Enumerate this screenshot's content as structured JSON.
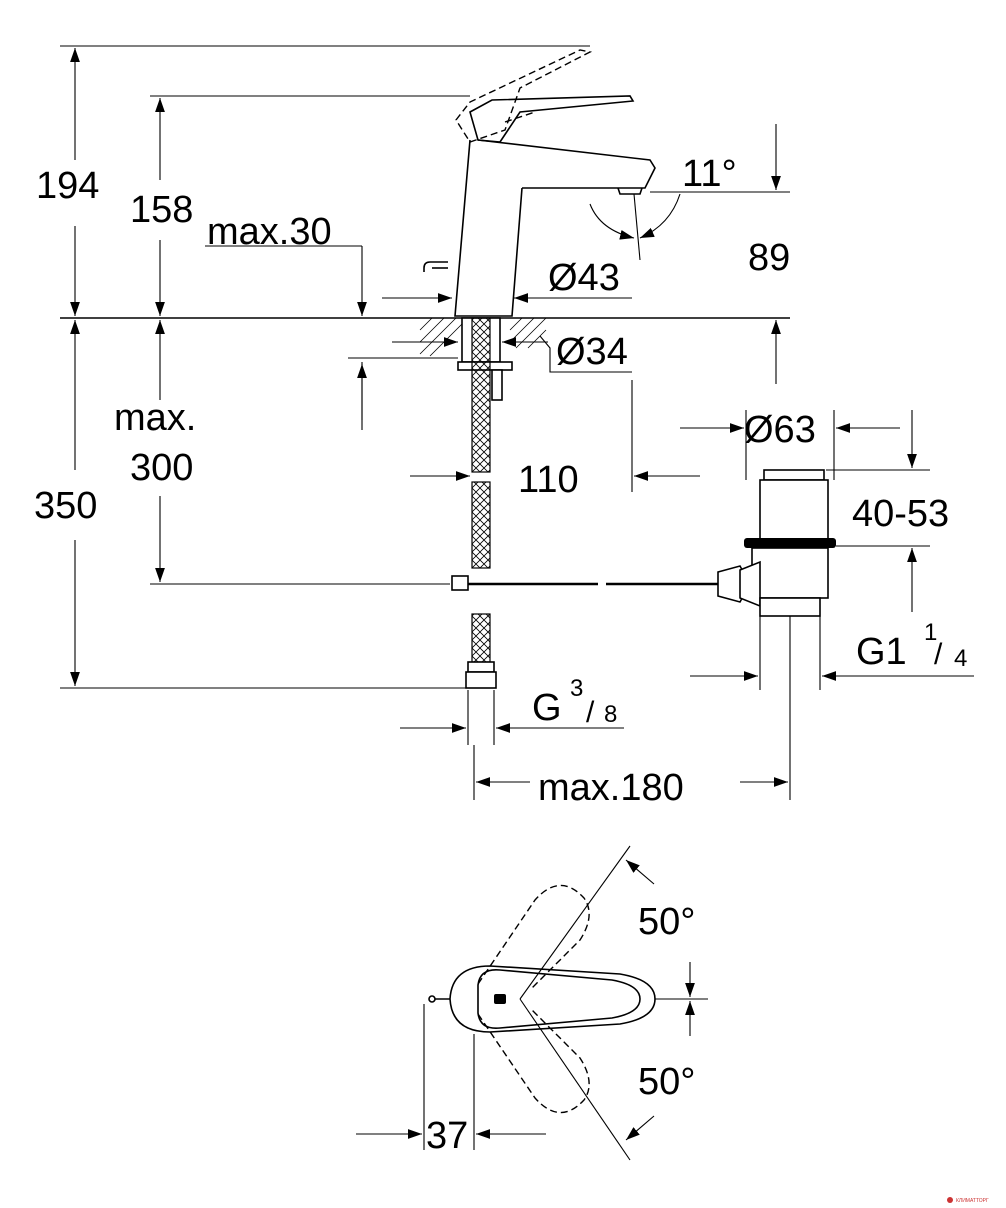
{
  "dimensions": {
    "height_total": "194",
    "height_lever": "158",
    "max_thickness": "max.30",
    "spout_diameter": "Ø43",
    "base_diameter": "Ø34",
    "spout_angle": "11°",
    "spout_height": "89",
    "max_300_line1": "max.",
    "max_300_line2": "300",
    "below_deck": "350",
    "spout_reach": "110",
    "waste_diameter": "Ø63",
    "waste_range": "40-53",
    "waste_thread_main": "G1",
    "waste_thread_num": "1",
    "waste_thread_sep": "/",
    "waste_thread_den": "4",
    "inlet_thread_main": "G",
    "inlet_thread_num": "3",
    "inlet_thread_sep": "/",
    "inlet_thread_den": "8",
    "max_180": "max.180",
    "lever_angle_top": "50°",
    "lever_angle_bottom": "50°",
    "lever_offset": "37"
  },
  "watermark": "КЛИМАТТОРГ"
}
